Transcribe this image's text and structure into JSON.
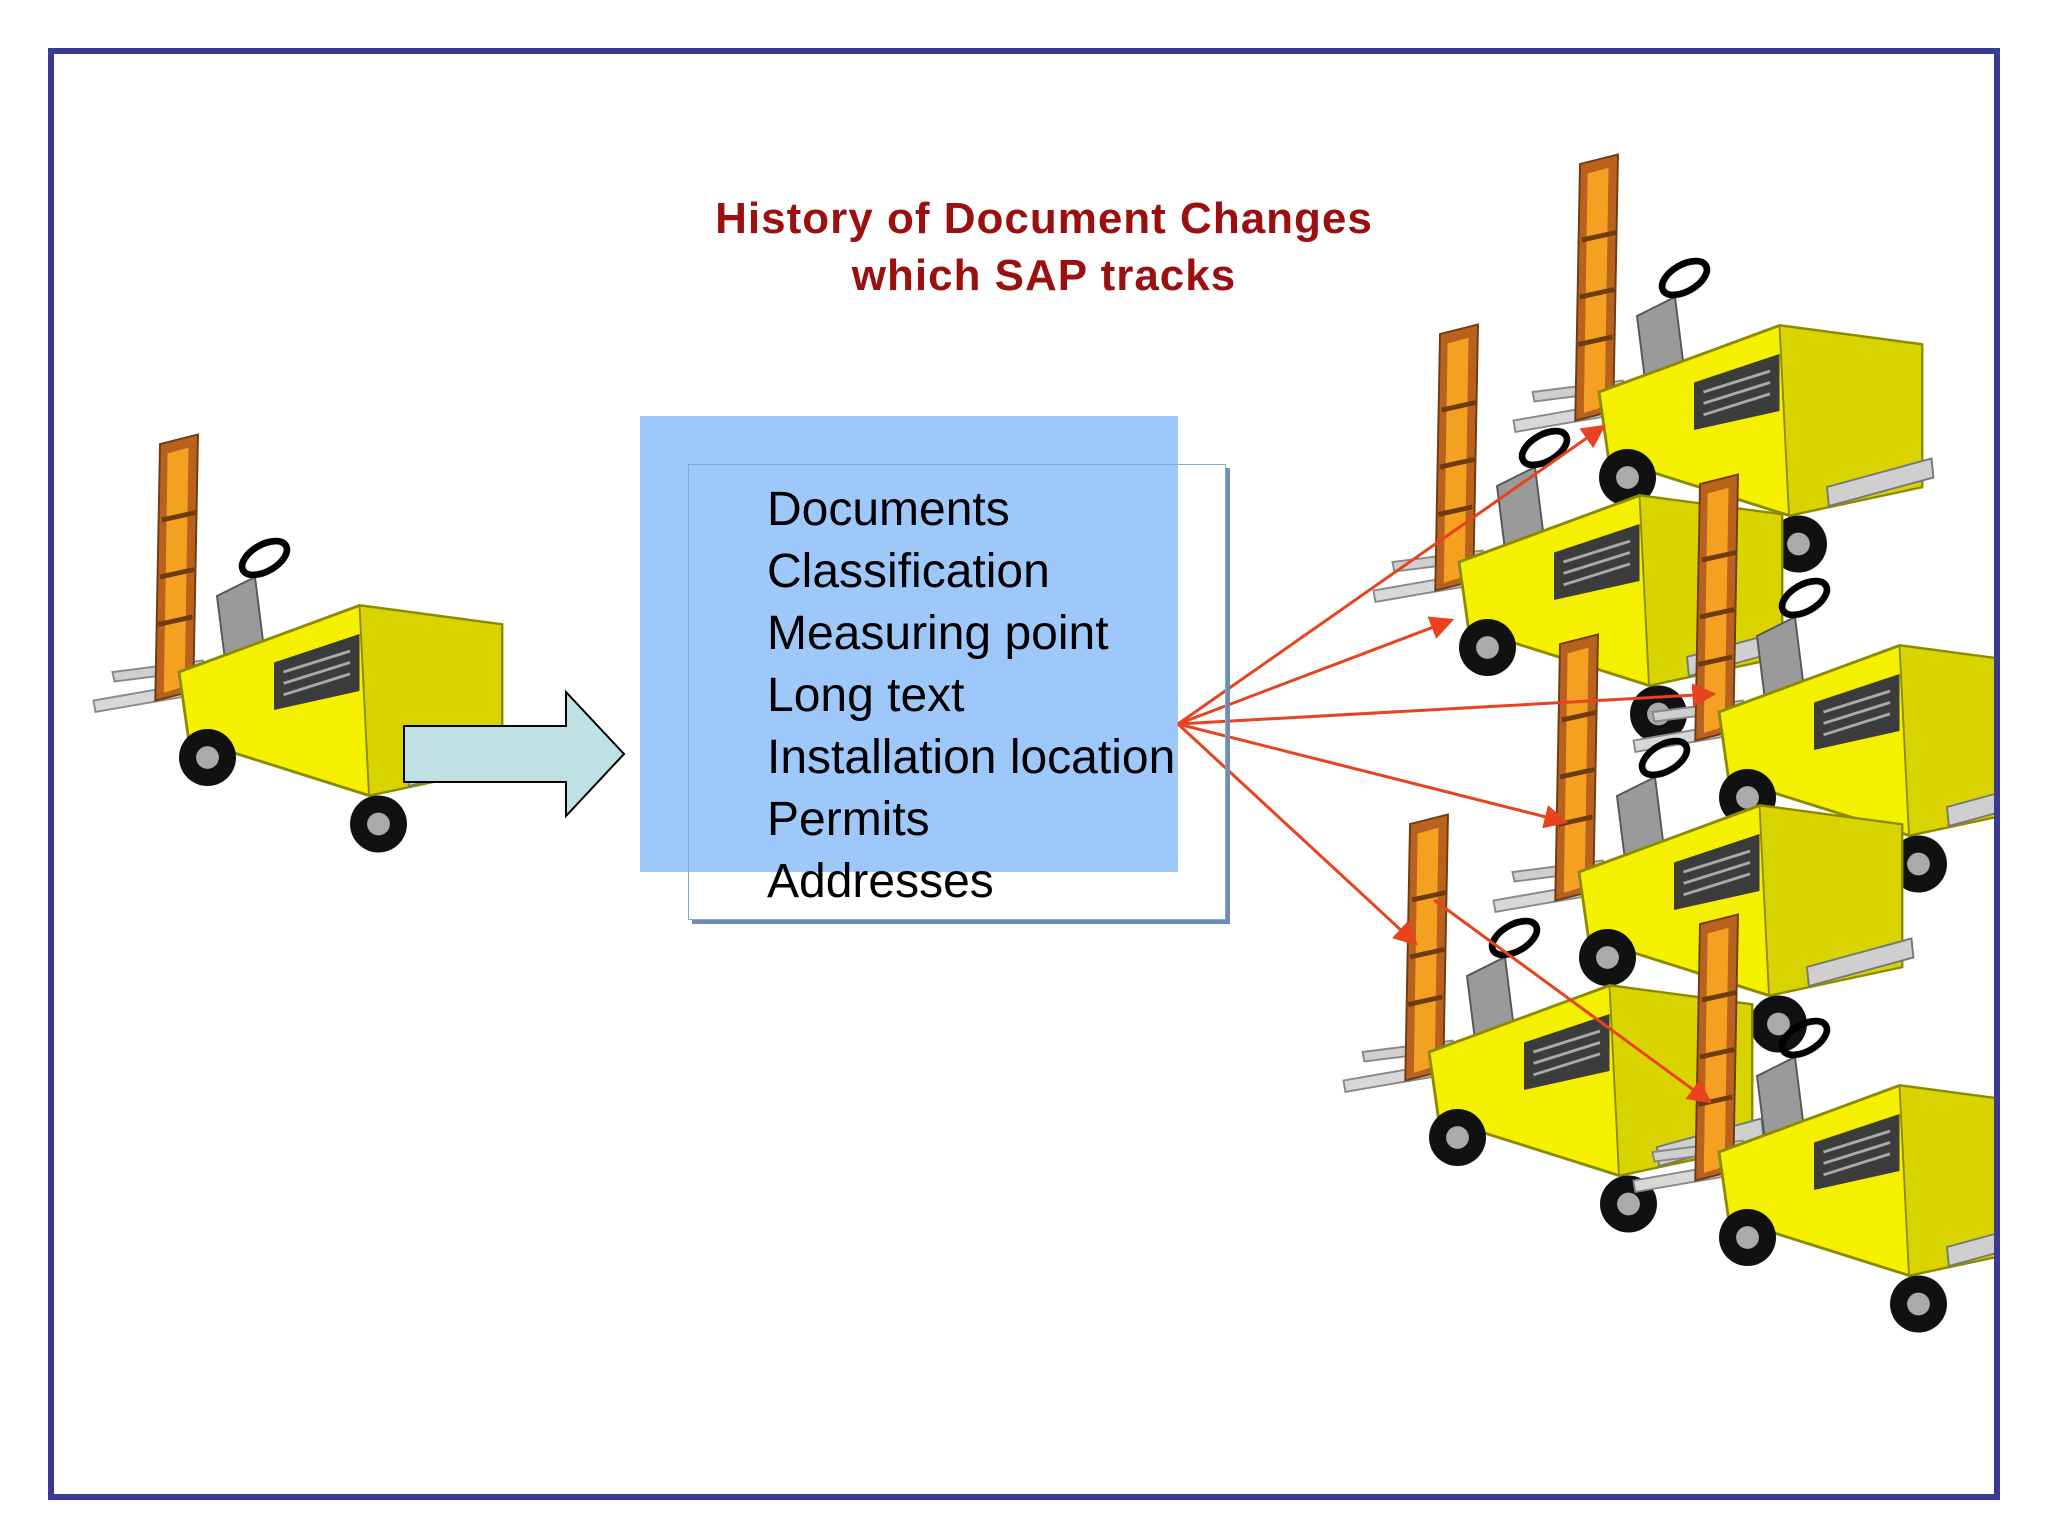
{
  "title": {
    "line1": "History of Document Changes",
    "line2": "which SAP tracks"
  },
  "items": [
    "Documents",
    "Classification",
    "Measuring point",
    "Long text",
    "Installation location",
    "Permits",
    "Addresses"
  ],
  "colors": {
    "frame": "#3b3a93",
    "title": "#9b0f0f",
    "box_fill": "#9ec8fa",
    "arrow_fill": "#bfe1e4",
    "connector": "#e8431e",
    "forklift_body": "#f4f000",
    "forklift_mast": "#b8621e"
  },
  "icons": [
    "forklift-icon",
    "block-arrow-right-icon"
  ]
}
